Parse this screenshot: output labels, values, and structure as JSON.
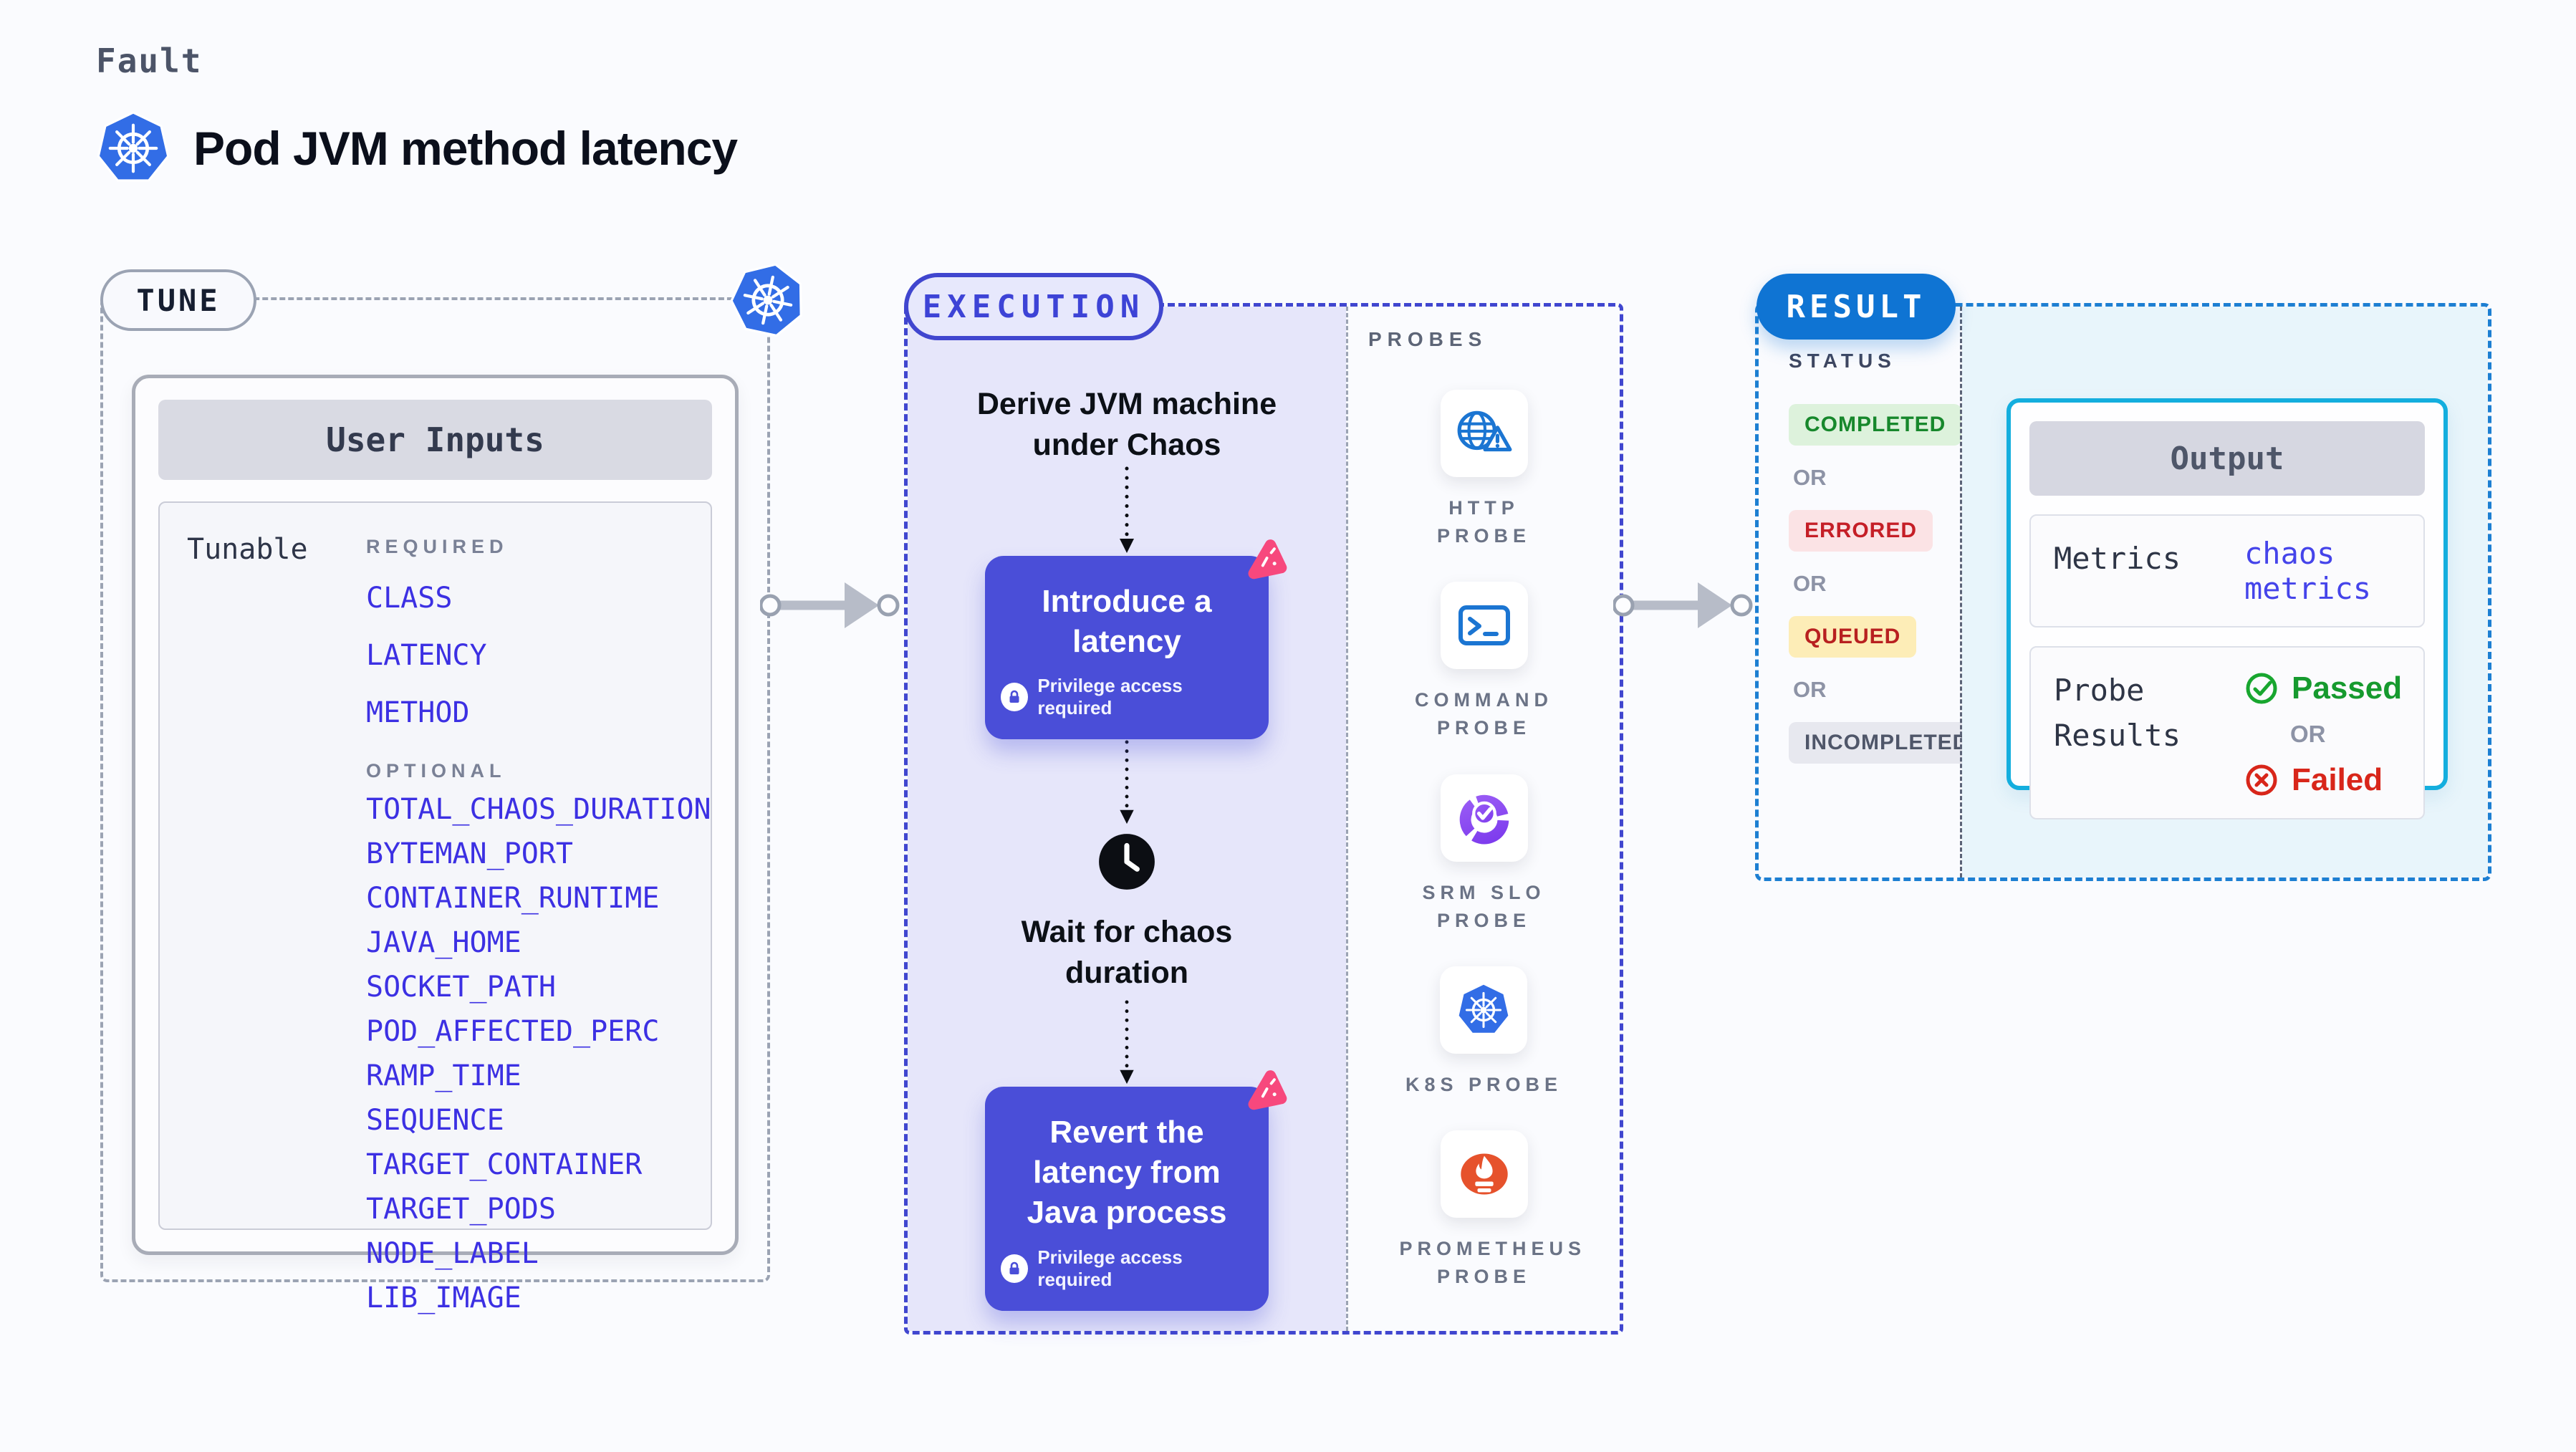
{
  "header": {
    "eyebrow": "Fault",
    "title": "Pod JVM method latency"
  },
  "tune": {
    "pill": "TUNE",
    "card_title": "User Inputs",
    "row_label": "Tunable",
    "required_label": "REQUIRED",
    "optional_label": "OPTIONAL",
    "required": [
      "CLASS",
      "LATENCY",
      "METHOD"
    ],
    "optional": [
      "TOTAL_CHAOS_DURATION",
      "BYTEMAN_PORT",
      "CONTAINER_RUNTIME",
      "JAVA_HOME",
      "SOCKET_PATH",
      "POD_AFFECTED_PERC",
      "RAMP_TIME",
      "SEQUENCE",
      "TARGET_CONTAINER",
      "TARGET_PODS",
      "NODE_LABEL",
      "LIB_IMAGE"
    ]
  },
  "execution": {
    "pill": "EXECUTION",
    "derive_step": "Derive JVM machine under Chaos",
    "introduce_step": "Introduce a latency",
    "wait_step": "Wait for chaos duration",
    "revert_step": "Revert the latency from Java process",
    "privilege_note": "Privilege access required"
  },
  "probes": {
    "label": "PROBES",
    "items": [
      {
        "label": "HTTP PROBE",
        "icon": "globe-alert-icon"
      },
      {
        "label": "COMMAND PROBE",
        "icon": "terminal-icon"
      },
      {
        "label": "SRM SLO PROBE",
        "icon": "slo-donut-check-icon"
      },
      {
        "label": "K8S PROBE",
        "icon": "kubernetes-icon"
      },
      {
        "label": "PROMETHEUS PROBE",
        "icon": "prometheus-flame-icon"
      }
    ]
  },
  "result": {
    "pill": "RESULT",
    "status_label": "STATUS",
    "or_label": "OR",
    "statuses": [
      {
        "label": "COMPLETED",
        "text_color": "#17882c",
        "bg_color": "#ddf2dc"
      },
      {
        "label": "ERRORED",
        "text_color": "#c51f27",
        "bg_color": "#fbe3e5"
      },
      {
        "label": "QUEUED",
        "text_color": "#b82020",
        "bg_color": "#fdedb7"
      },
      {
        "label": "INCOMPLETED",
        "text_color": "#4f5669",
        "bg_color": "#e7e8ef"
      }
    ],
    "output": {
      "title": "Output",
      "metrics_label": "Metrics",
      "metrics_value": "chaos metrics",
      "probe_results_label": "Probe Results",
      "passed_label": "Passed",
      "failed_label": "Failed"
    }
  },
  "colors": {
    "kubernetes_blue": "#326de6",
    "param_link_blue": "#3c30e3",
    "execution_indigo": "#4046cf",
    "action_button_indigo": "#4a4ed8",
    "chaos_pink": "#f7487d",
    "result_blue": "#0f74d3",
    "output_border_cyan": "#14aede",
    "passed_green": "#169a2e",
    "failed_red": "#d8261a",
    "prometheus_orange": "#e6522c"
  }
}
